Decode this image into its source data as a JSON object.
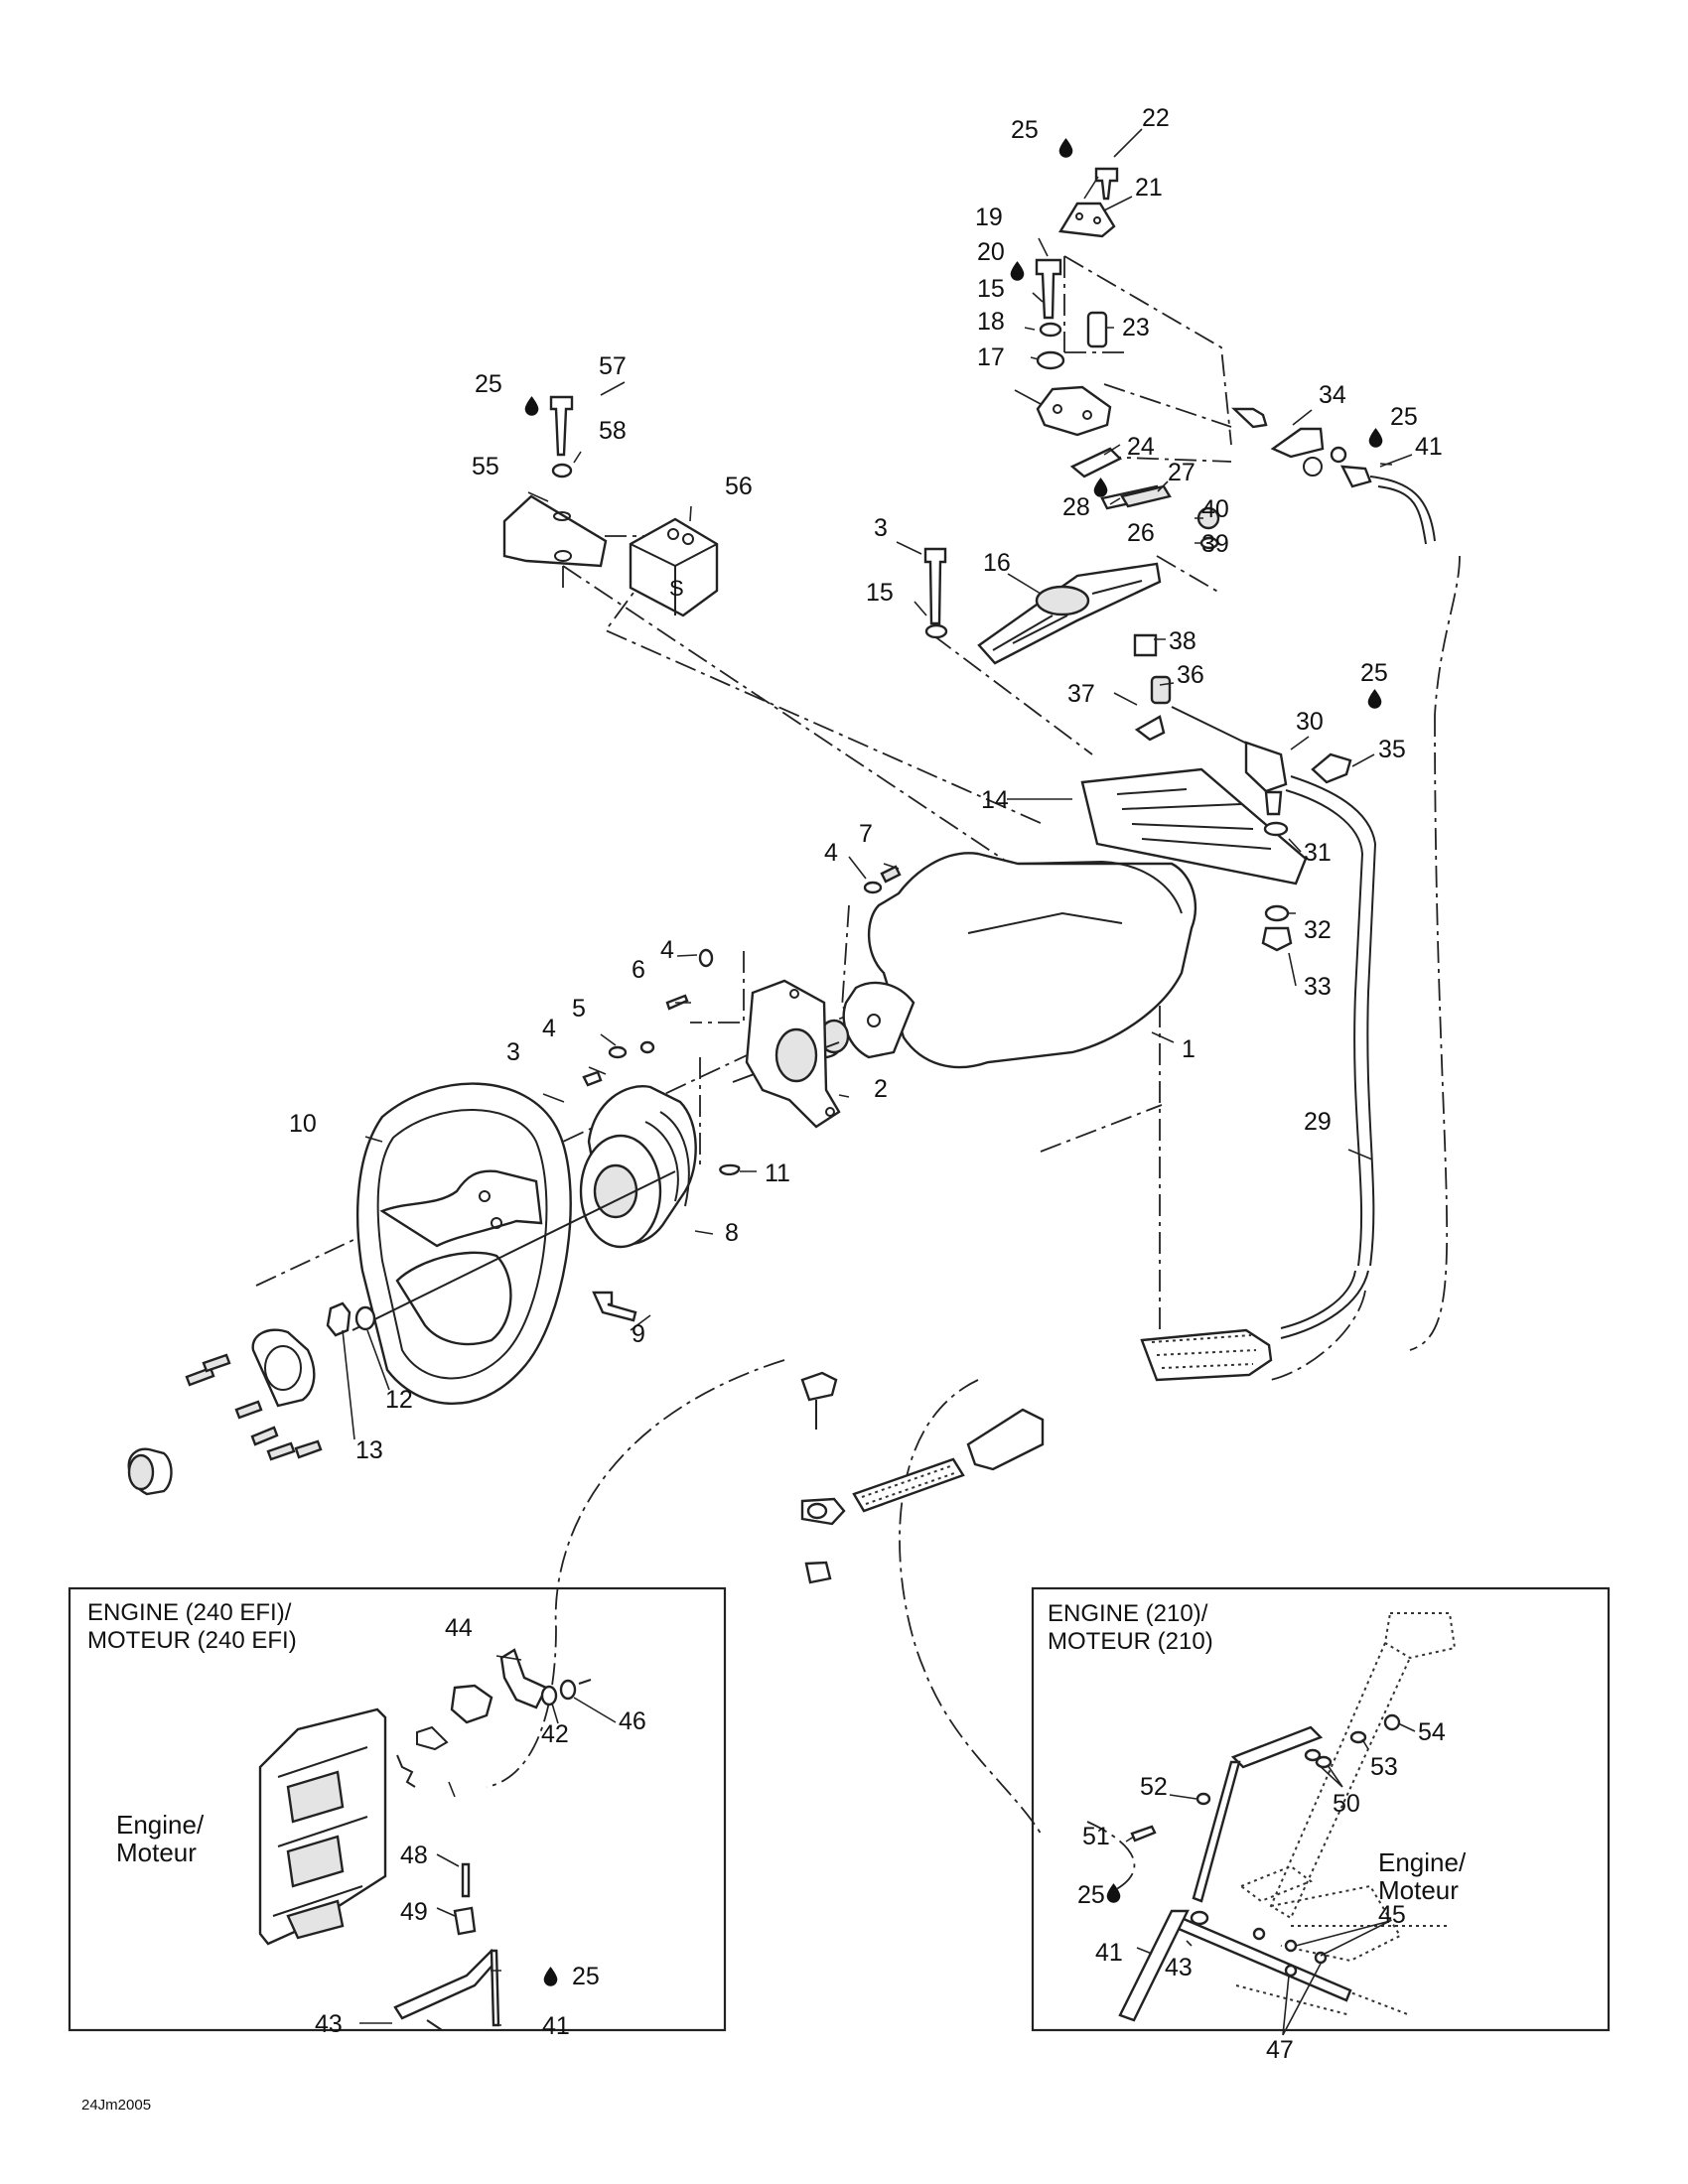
{
  "callouts": [
    {
      "id": "c22",
      "text": "22"
    },
    {
      "id": "c25a",
      "text": "25"
    },
    {
      "id": "c21",
      "text": "21"
    },
    {
      "id": "c19",
      "text": "19"
    },
    {
      "id": "c20",
      "text": "20"
    },
    {
      "id": "c15a",
      "text": "15"
    },
    {
      "id": "c18",
      "text": "18"
    },
    {
      "id": "c23",
      "text": "23"
    },
    {
      "id": "c17",
      "text": "17"
    },
    {
      "id": "c34",
      "text": "34"
    },
    {
      "id": "c25b",
      "text": "25"
    },
    {
      "id": "c41a",
      "text": "41"
    },
    {
      "id": "c24",
      "text": "24"
    },
    {
      "id": "c27",
      "text": "27"
    },
    {
      "id": "c28",
      "text": "28"
    },
    {
      "id": "c26",
      "text": "26"
    },
    {
      "id": "c40",
      "text": "40"
    },
    {
      "id": "c39",
      "text": "39"
    },
    {
      "id": "c3a",
      "text": "3"
    },
    {
      "id": "c16",
      "text": "16"
    },
    {
      "id": "c15b",
      "text": "15"
    },
    {
      "id": "c38",
      "text": "38"
    },
    {
      "id": "c37",
      "text": "37"
    },
    {
      "id": "c36",
      "text": "36"
    },
    {
      "id": "c25c",
      "text": "25"
    },
    {
      "id": "c30",
      "text": "30"
    },
    {
      "id": "c35",
      "text": "35"
    },
    {
      "id": "c14",
      "text": "14"
    },
    {
      "id": "c31",
      "text": "31"
    },
    {
      "id": "c32",
      "text": "32"
    },
    {
      "id": "c33",
      "text": "33"
    },
    {
      "id": "c57",
      "text": "57"
    },
    {
      "id": "c25d",
      "text": "25"
    },
    {
      "id": "c58",
      "text": "58"
    },
    {
      "id": "c55",
      "text": "55"
    },
    {
      "id": "c56",
      "text": "56"
    },
    {
      "id": "c7",
      "text": "7"
    },
    {
      "id": "c4a",
      "text": "4"
    },
    {
      "id": "c4b",
      "text": "4"
    },
    {
      "id": "c6",
      "text": "6"
    },
    {
      "id": "c5",
      "text": "5"
    },
    {
      "id": "c4c",
      "text": "4"
    },
    {
      "id": "c3b",
      "text": "3"
    },
    {
      "id": "c1",
      "text": "1"
    },
    {
      "id": "c2",
      "text": "2"
    },
    {
      "id": "c10",
      "text": "10"
    },
    {
      "id": "c11",
      "text": "11"
    },
    {
      "id": "c8",
      "text": "8"
    },
    {
      "id": "c29",
      "text": "29"
    },
    {
      "id": "c9",
      "text": "9"
    },
    {
      "id": "c12",
      "text": "12"
    },
    {
      "id": "c13",
      "text": "13"
    },
    {
      "id": "c44",
      "text": "44"
    },
    {
      "id": "c42",
      "text": "42"
    },
    {
      "id": "c46",
      "text": "46"
    },
    {
      "id": "c48",
      "text": "48"
    },
    {
      "id": "c49",
      "text": "49"
    },
    {
      "id": "c25e",
      "text": "25"
    },
    {
      "id": "c41b",
      "text": "41"
    },
    {
      "id": "c43a",
      "text": "43"
    },
    {
      "id": "c54",
      "text": "54"
    },
    {
      "id": "c53",
      "text": "53"
    },
    {
      "id": "c52",
      "text": "52"
    },
    {
      "id": "c50",
      "text": "50"
    },
    {
      "id": "c51",
      "text": "51"
    },
    {
      "id": "c25f",
      "text": "25"
    },
    {
      "id": "c41c",
      "text": "41"
    },
    {
      "id": "c43b",
      "text": "43"
    },
    {
      "id": "c45",
      "text": "45"
    },
    {
      "id": "c47",
      "text": "47"
    }
  ],
  "inset_efi": {
    "title_line1": "ENGINE (240 EFI)/",
    "title_line2": "MOTEUR (240 EFI)",
    "engine_line1": "Engine/",
    "engine_line2": "Moteur"
  },
  "inset_210": {
    "title_line1": "ENGINE (210)/",
    "title_line2": "MOTEUR (210)",
    "engine_line1": "Engine/",
    "engine_line2": "Moteur"
  },
  "footer_code": "24Jm2005"
}
